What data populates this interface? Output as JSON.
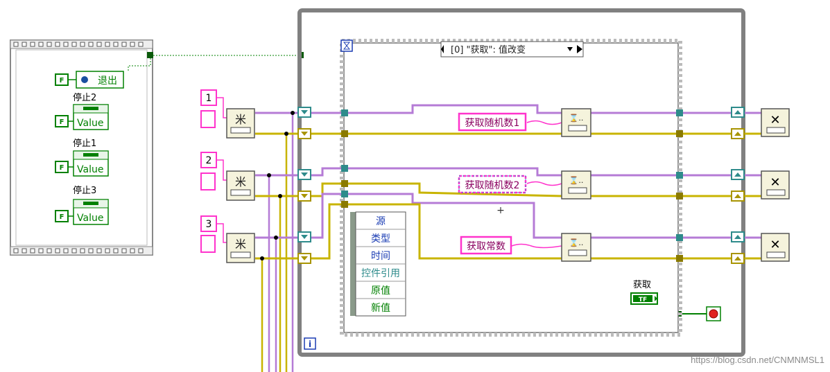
{
  "seq_frame": {
    "exit_local": "退出",
    "bool_const": "F",
    "nodes": [
      {
        "label": "停止2",
        "prop": "Value"
      },
      {
        "label": "停止1",
        "prop": "Value"
      },
      {
        "label": "停止3",
        "prop": "Value"
      }
    ]
  },
  "while_loop": {
    "iteration_terminal": "i"
  },
  "event_structure": {
    "selector": "[0] \"获取\": 值改变",
    "event_data": [
      "源",
      "类型",
      "时间",
      "控件引用",
      "原值",
      "新值"
    ],
    "strings": [
      "获取随机数1",
      "获取随机数2",
      "获取常数"
    ],
    "get_indicator_label": "获取",
    "get_indicator_value": "TF"
  },
  "queues": {
    "constants": [
      "1",
      "2",
      "3"
    ]
  },
  "colors": {
    "loop_border": "#808080",
    "event_border": "#6f6f6f",
    "string_pink": "#ff33cc",
    "queue_wire": "#b57bd6",
    "error_wire": "#c8b400",
    "bool_green": "#008000",
    "teal_tunnel": "#2e8b8b"
  },
  "watermark": "https://blog.csdn.net/CNMNMSL1"
}
